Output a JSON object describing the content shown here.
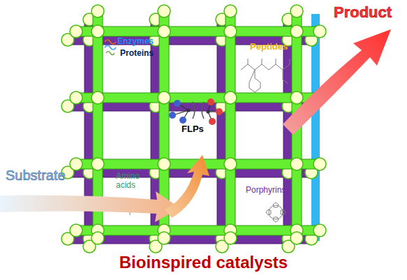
{
  "diagram": {
    "caption": "Bioinspired catalysts",
    "labels": [
      "Enzymes",
      "Proteins",
      "Peptides",
      "FLPs",
      "Amino acids",
      "Porphyrins",
      "Substrate",
      "Product"
    ]
  }
}
